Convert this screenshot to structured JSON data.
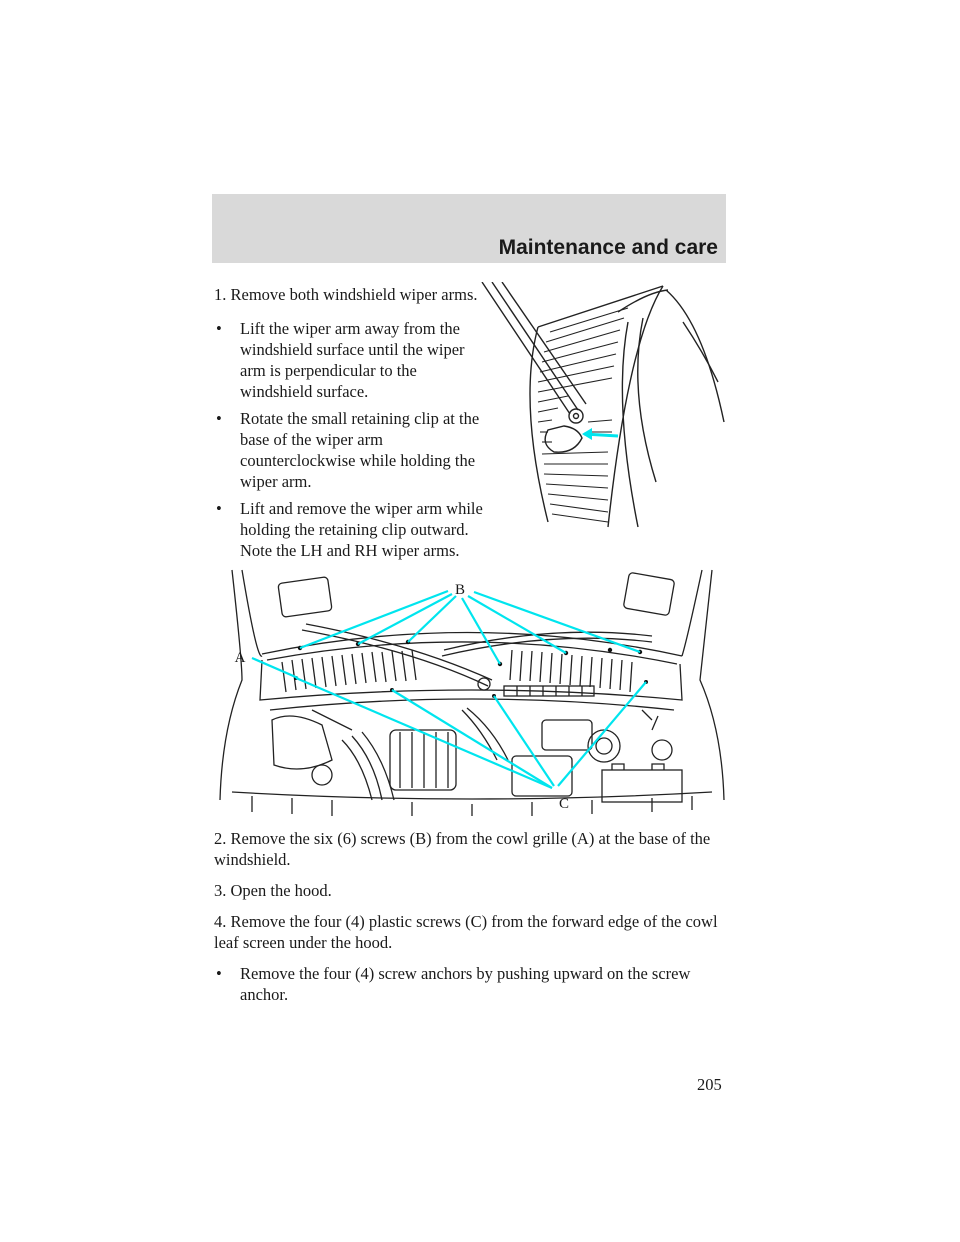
{
  "header": {
    "section_title": "Maintenance and care"
  },
  "step1": {
    "text": "1. Remove both windshield wiper arms.",
    "bullets": [
      "Lift the wiper arm away from the windshield surface until the wiper arm is perpendicular to the windshield surface.",
      "Rotate the small retaining clip at the base of the wiper arm counterclockwise while holding the wiper arm.",
      "Lift and remove the wiper arm while holding the retaining clip outward. Note the LH and RH wiper arms."
    ]
  },
  "figure": {
    "label_a": "A",
    "label_b": "B",
    "label_c": "C"
  },
  "steps": [
    "2. Remove the six (6) screws (B) from the cowl grille (A) at the base of the windshield.",
    "3. Open the hood.",
    "4. Remove the four (4) plastic screws (C) from the forward edge of the cowl leaf screen under the hood."
  ],
  "sub_bullet": "Remove the four (4) screw anchors by pushing upward on the screw anchor.",
  "bullet_glyph": "•",
  "page_number": "205",
  "colors": {
    "accent": "#00e5ee",
    "header_band": "#d9d9d9"
  }
}
